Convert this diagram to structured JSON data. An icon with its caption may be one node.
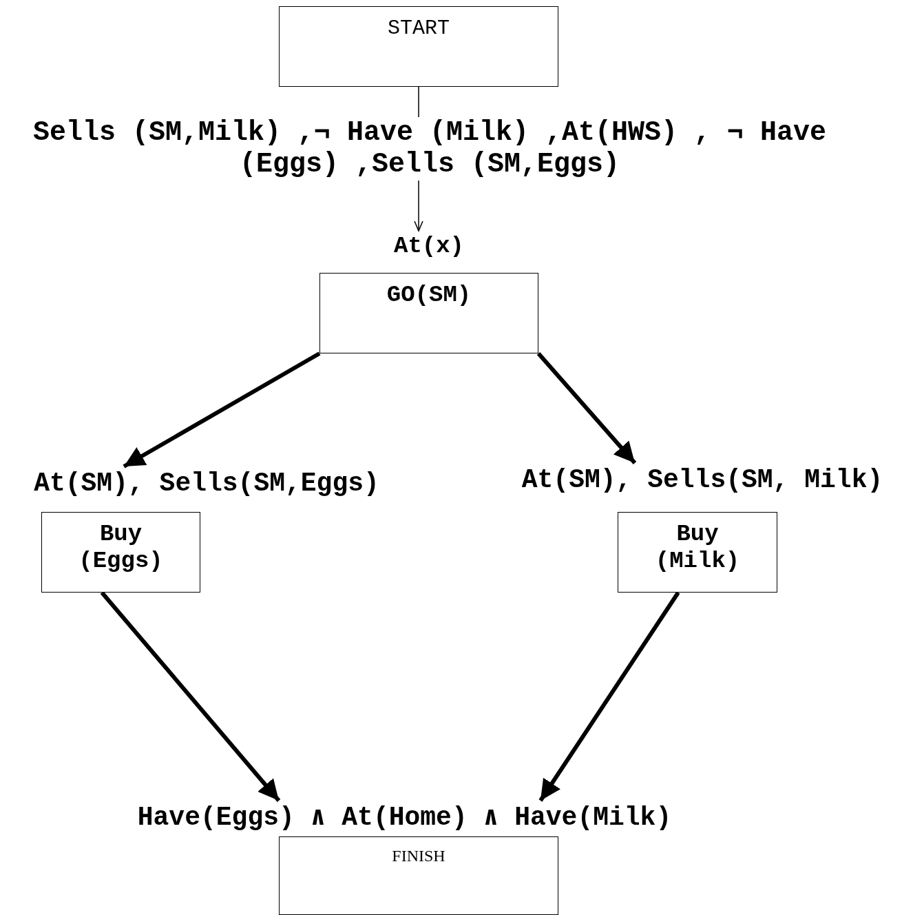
{
  "diagram": {
    "nodes": [
      {
        "text": [
          "START"
        ]
      },
      {
        "text": [
          "GO(SM)"
        ],
        "beside": [
          "At(x)"
        ]
      },
      {
        "text": [
          "Buy (Eggs)"
        ],
        "beside": [
          "At(SM), Sells(SM,Eggs)"
        ]
      },
      {
        "text": [
          "Buy (Milk)"
        ],
        "beside": [
          "At(SM), Sells(SM, Milk)"
        ]
      },
      {
        "text": [
          "FINISH"
        ],
        "beside": [
          "Have(Eggs) ∧ At(Home) ∧ Have(Milk)"
        ]
      }
    ],
    "edges": [
      {
        "from": 0,
        "to": 1,
        "arrow": "to",
        "label": "Sells (SM,Milk) ,¬ Have (Milk) ,At(HWS) , ¬ Have (Eggs) ,Sells (SM,Eggs)"
      },
      {
        "from": 1,
        "to": 2,
        "arrow": "to"
      },
      {
        "from": 1,
        "to": 3,
        "arrow": "to"
      },
      {
        "from": 2,
        "to": 4,
        "arrow": "to"
      },
      {
        "from": 3,
        "to": 4,
        "arrow": "to"
      }
    ]
  }
}
